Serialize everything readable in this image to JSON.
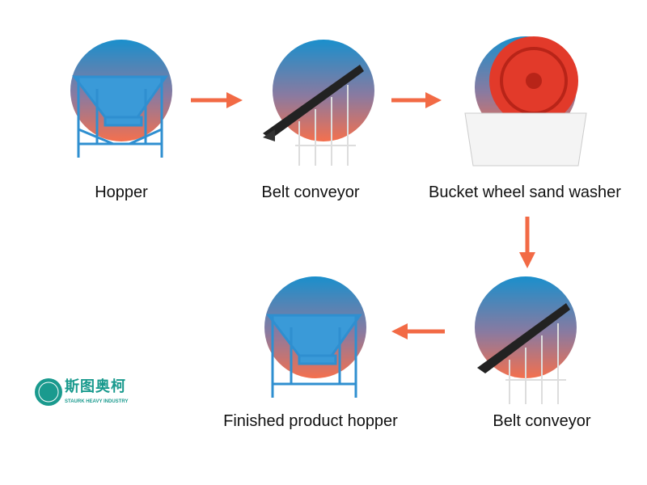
{
  "steps": [
    {
      "label": "Hopper"
    },
    {
      "label": "Belt conveyor"
    },
    {
      "label": "Bucket wheel sand washer"
    },
    {
      "label": "Belt conveyor"
    },
    {
      "label": "Finished product hopper"
    }
  ],
  "logo": {
    "chinese": "斯图奥柯",
    "english": "STAURK HEAVY INDUSTRY"
  },
  "colors": {
    "arrow": "#f26a45",
    "circle_top": "#1a8fcc",
    "circle_bottom": "#f4704e",
    "equipment": "#2f8fd0",
    "logo": "#1a9a8e"
  }
}
